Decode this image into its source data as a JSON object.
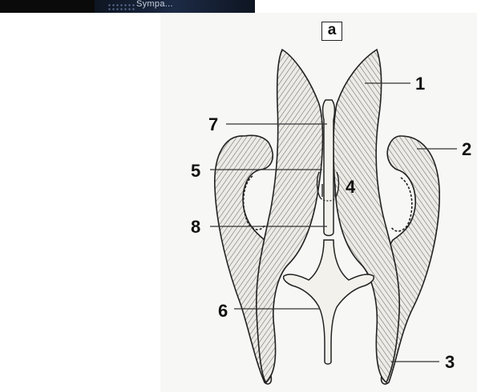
{
  "header": {
    "partial_text": "Sympa..."
  },
  "figure": {
    "panel_label": "a",
    "callouts": [
      "1",
      "2",
      "3",
      "4",
      "5",
      "6",
      "7",
      "8"
    ]
  },
  "colors": {
    "ink": "#111111",
    "structure_fill": "#e9e7e2",
    "hatching": "#555555"
  }
}
